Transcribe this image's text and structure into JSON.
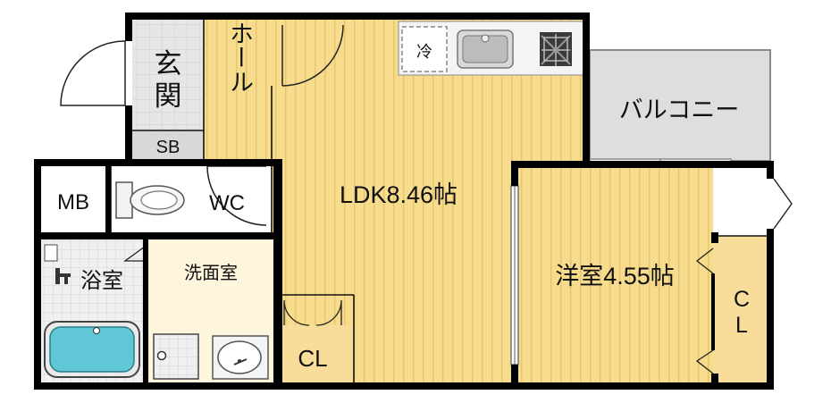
{
  "rooms": {
    "genkan": "玄関",
    "genkan_line1": "玄",
    "genkan_line2": "関",
    "hall": "ホール",
    "sb": "SB",
    "mb": "MB",
    "wc": "WC",
    "ldk": "LDK8.46帖",
    "balcony": "バルコニー",
    "bath": "浴室",
    "washroom": "洗面室",
    "cl_left": "CL",
    "western": "洋室4.55帖",
    "cl_right": "CL",
    "fridge": "冷"
  },
  "colors": {
    "wall": "#000000",
    "wood_floor": "#f6dc8c",
    "wood_stripe": "#e7c471",
    "tile_floor": "#e6e6e6",
    "washroom_floor": "#fdf6dc",
    "balcony": "#dedede",
    "bathtub": "#5fc7d6",
    "closet": "#f7dc9a"
  }
}
